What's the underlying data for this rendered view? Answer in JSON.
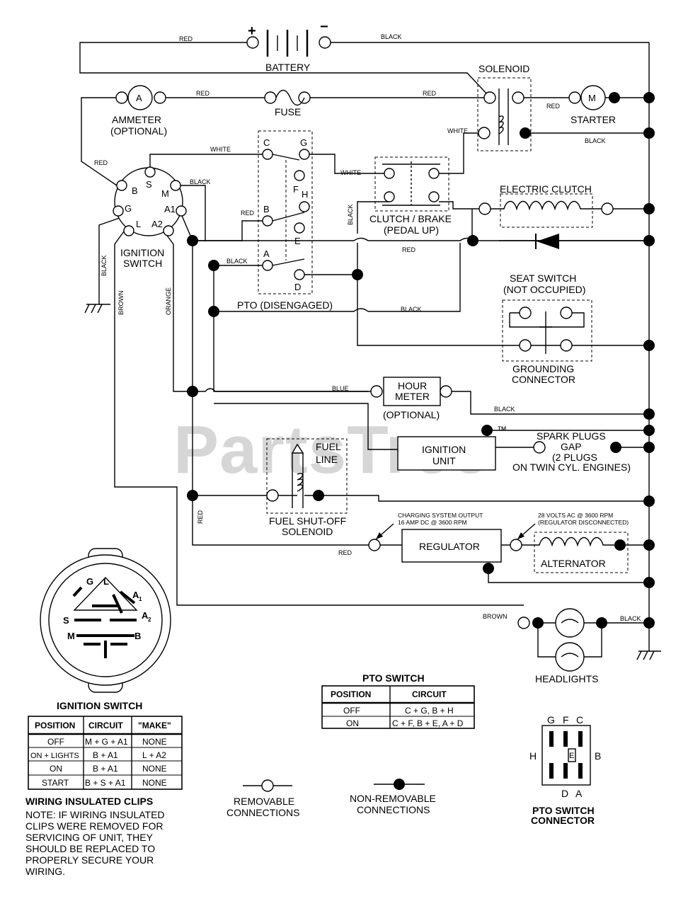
{
  "watermark": "PartsTree",
  "watermark_tm": "™",
  "components": {
    "battery": "BATTERY",
    "battery_plus": "+",
    "battery_minus": "−",
    "solenoid": "SOLENOID",
    "ammeter_symbol": "A",
    "ammeter_line1": "AMMETER",
    "ammeter_line2": "(OPTIONAL)",
    "fuse": "FUSE",
    "starter_symbol": "M",
    "starter": "STARTER",
    "ignition_switch_line1": "IGNITION",
    "ignition_switch_line2": "SWITCH",
    "pto": "PTO (DISENGAGED)",
    "clutch_brake_line1": "CLUTCH / BRAKE",
    "clutch_brake_line2": "(PEDAL UP)",
    "electric_clutch": "ELECTRIC CLUTCH",
    "seat_switch_line1": "SEAT SWITCH",
    "seat_switch_line2": "(NOT OCCUPIED)",
    "grounding_line1": "GROUNDING",
    "grounding_line2": "CONNECTOR",
    "hour_meter_line1": "HOUR",
    "hour_meter_line2": "METER",
    "hour_meter_optional": "(OPTIONAL)",
    "ignition_unit_line1": "IGNITION",
    "ignition_unit_line2": "UNIT",
    "spark_line1": "SPARK PLUGS",
    "spark_line2": "GAP",
    "spark_line3": "(2 PLUGS",
    "spark_line4": "ON TWIN CYL. ENGINES)",
    "fuel_line1": "FUEL",
    "fuel_line2": "LINE",
    "fuel_solenoid_line1": "FUEL SHUT-OFF",
    "fuel_solenoid_line2": "SOLENOID",
    "charging_line1": "CHARGING SYSTEM OUTPUT",
    "charging_line2": "16 AMP DC @ 3600 RPM",
    "regulator": "REGULATOR",
    "volts_line1": "28 VOLTS AC @ 3600 RPM",
    "volts_line2": "(REGULATOR DISCONNECTED)",
    "alternator": "ALTERNATOR",
    "headlights": "HEADLIGHTS"
  },
  "terminals": {
    "ign": [
      "B",
      "S",
      "M",
      "G",
      "A1",
      "L",
      "A2"
    ],
    "pto": [
      "C",
      "G",
      "F",
      "H",
      "B",
      "E",
      "A",
      "D"
    ]
  },
  "wire_labels": {
    "red": "RED",
    "black": "BLACK",
    "white": "WHITE",
    "blue": "BLUE",
    "brown": "BROWN",
    "orange": "ORANGE"
  },
  "plug_pins": {
    "G": "G",
    "L": "L",
    "A1": "A",
    "A1_sub": "1",
    "A2": "A",
    "A2_sub": "2",
    "S": "S",
    "M": "M",
    "B": "B"
  },
  "ignition_table": {
    "title": "IGNITION SWITCH",
    "headers": [
      "POSITION",
      "CIRCUIT",
      "\"MAKE\""
    ],
    "rows": [
      [
        "OFF",
        "M + G + A1",
        "NONE"
      ],
      [
        "ON + LIGHTS",
        "B + A1",
        "L + A2"
      ],
      [
        "ON",
        "B + A1",
        "NONE"
      ],
      [
        "START",
        "B + S + A1",
        "NONE"
      ]
    ]
  },
  "pto_table": {
    "title": "PTO SWITCH",
    "headers": [
      "POSITION",
      "CIRCUIT"
    ],
    "rows": [
      [
        "OFF",
        "C + G, B + H"
      ],
      [
        "ON",
        "C + F, B + E, A + D"
      ]
    ]
  },
  "notes": {
    "title": "WIRING INSULATED CLIPS",
    "lines": [
      "NOTE: IF WIRING INSULATED",
      "CLIPS WERE REMOVED FOR",
      "SERVICING OF UNIT, THEY",
      "SHOULD BE REPLACED TO",
      "PROPERLY SECURE YOUR",
      "WIRING."
    ]
  },
  "legend": {
    "removable_line1": "REMOVABLE",
    "removable_line2": "CONNECTIONS",
    "nonremovable_line1": "NON-REMOVABLE",
    "nonremovable_line2": "CONNECTIONS"
  },
  "pto_connector": {
    "top": [
      "G",
      "F",
      "C"
    ],
    "left": "H",
    "right": "B",
    "center": "E",
    "bottom": [
      "D",
      "A"
    ],
    "title_line1": "PTO SWITCH",
    "title_line2": "CONNECTOR"
  }
}
